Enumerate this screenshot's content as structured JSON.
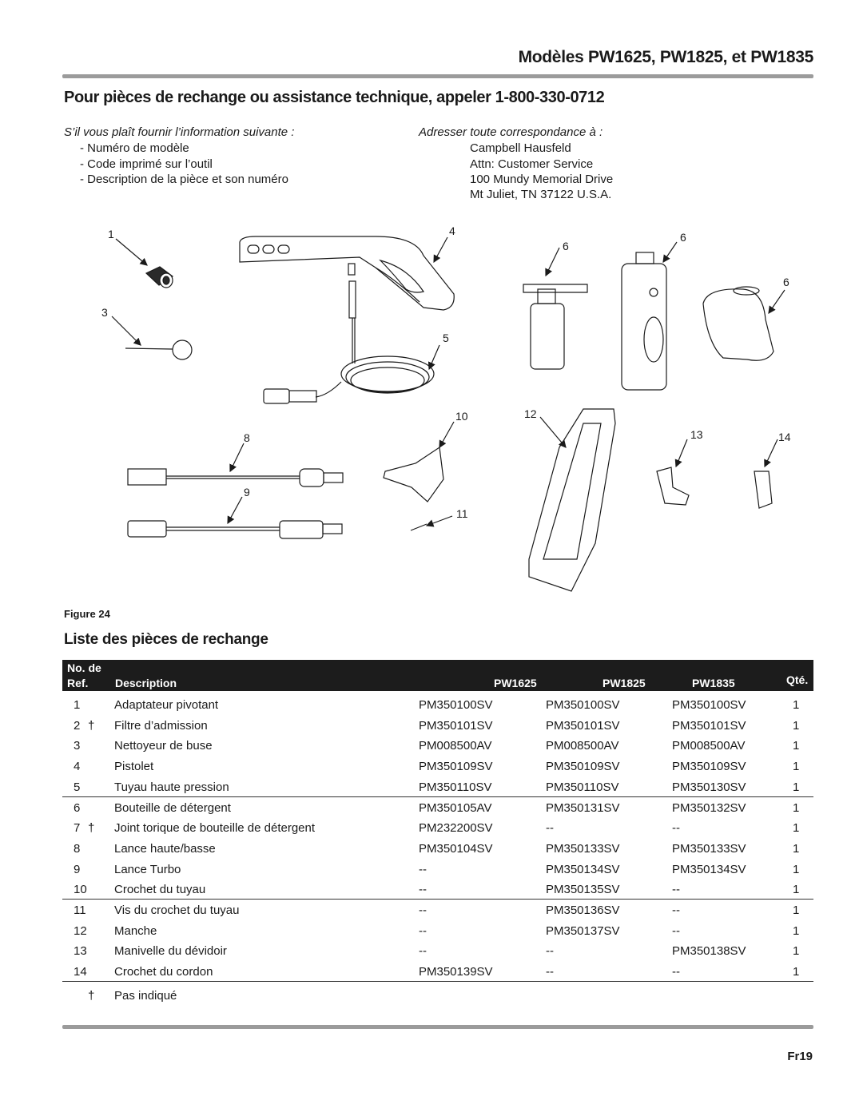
{
  "header": {
    "models": "Modèles PW1625, PW1825, et PW1835",
    "contact": "Pour pièces de rechange ou assistance technique, appeler 1-800-330-0712"
  },
  "info_left": {
    "heading": "S’il vous plaît fournir l’information suivante :",
    "items": [
      "- Numéro de modèle",
      "- Code imprimé sur l’outil",
      "- Description de la pièce et son numéro"
    ]
  },
  "info_right": {
    "heading": "Adresser toute correspondance à :",
    "lines": [
      "Campbell Hausfeld",
      "Attn: Customer Service",
      "100 Mundy Memorial Drive",
      "Mt Juliet, TN   37122   U.S.A."
    ]
  },
  "figure": {
    "label": "Figure 24",
    "callouts": [
      "1",
      "3",
      "4",
      "5",
      "6",
      "6",
      "6",
      "8",
      "9",
      "10",
      "11",
      "12",
      "13",
      "14"
    ]
  },
  "parts_list": {
    "title": "Liste des pièces de rechange",
    "headers": {
      "ref_line1": "No. de",
      "ref_line2": "Ref.",
      "description": "Description",
      "pw1625": "PW1625",
      "pw1825": "PW1825",
      "pw1835": "PW1835",
      "qty": "Qté."
    },
    "rows": [
      {
        "ref": "1",
        "dagger": "",
        "desc": "Adaptateur pivotant",
        "pw1625": "PM350100SV",
        "pw1825": "PM350100SV",
        "pw1835": "PM350100SV",
        "qty": "1"
      },
      {
        "ref": "2",
        "dagger": "†",
        "desc": "Filtre d’admission",
        "pw1625": "PM350101SV",
        "pw1825": "PM350101SV",
        "pw1835": "PM350101SV",
        "qty": "1"
      },
      {
        "ref": "3",
        "dagger": "",
        "desc": "Nettoyeur de buse",
        "pw1625": "PM008500AV",
        "pw1825": "PM008500AV",
        "pw1835": "PM008500AV",
        "qty": "1"
      },
      {
        "ref": "4",
        "dagger": "",
        "desc": "Pistolet",
        "pw1625": "PM350109SV",
        "pw1825": "PM350109SV",
        "pw1835": "PM350109SV",
        "qty": "1"
      },
      {
        "ref": "5",
        "dagger": "",
        "desc": "Tuyau haute pression",
        "pw1625": "PM350110SV",
        "pw1825": "PM350110SV",
        "pw1835": "PM350130SV",
        "qty": "1"
      },
      {
        "ref": "6",
        "dagger": "",
        "desc": "Bouteille de détergent",
        "pw1625": "PM350105AV",
        "pw1825": "PM350131SV",
        "pw1835": "PM350132SV",
        "qty": "1"
      },
      {
        "ref": "7",
        "dagger": "†",
        "desc": "Joint torique de bouteille de détergent",
        "pw1625": "PM232200SV",
        "pw1825": "--",
        "pw1835": "--",
        "qty": "1"
      },
      {
        "ref": "8",
        "dagger": "",
        "desc": "Lance haute/basse",
        "pw1625": "PM350104SV",
        "pw1825": "PM350133SV",
        "pw1835": "PM350133SV",
        "qty": "1"
      },
      {
        "ref": "9",
        "dagger": "",
        "desc": "Lance Turbo",
        "pw1625": "--",
        "pw1825": "PM350134SV",
        "pw1835": "PM350134SV",
        "qty": "1"
      },
      {
        "ref": "10",
        "dagger": "",
        "desc": "Crochet du tuyau",
        "pw1625": "--",
        "pw1825": "PM350135SV",
        "pw1835": "--",
        "qty": "1"
      },
      {
        "ref": "11",
        "dagger": "",
        "desc": "Vis du crochet du tuyau",
        "pw1625": "--",
        "pw1825": "PM350136SV",
        "pw1835": "--",
        "qty": "1"
      },
      {
        "ref": "12",
        "dagger": "",
        "desc": "Manche",
        "pw1625": "--",
        "pw1825": "PM350137SV",
        "pw1835": "--",
        "qty": "1"
      },
      {
        "ref": "13",
        "dagger": "",
        "desc": "Manivelle du dévidoir",
        "pw1625": "--",
        "pw1825": "--",
        "pw1835": "PM350138SV",
        "qty": "1"
      },
      {
        "ref": "14",
        "dagger": "",
        "desc": "Crochet du cordon",
        "pw1625": "PM350139SV",
        "pw1825": "--",
        "pw1835": "--",
        "qty": "1"
      }
    ],
    "footnote": {
      "symbol": "†",
      "text": "Pas indiqué"
    }
  },
  "page_number": "Fr19"
}
